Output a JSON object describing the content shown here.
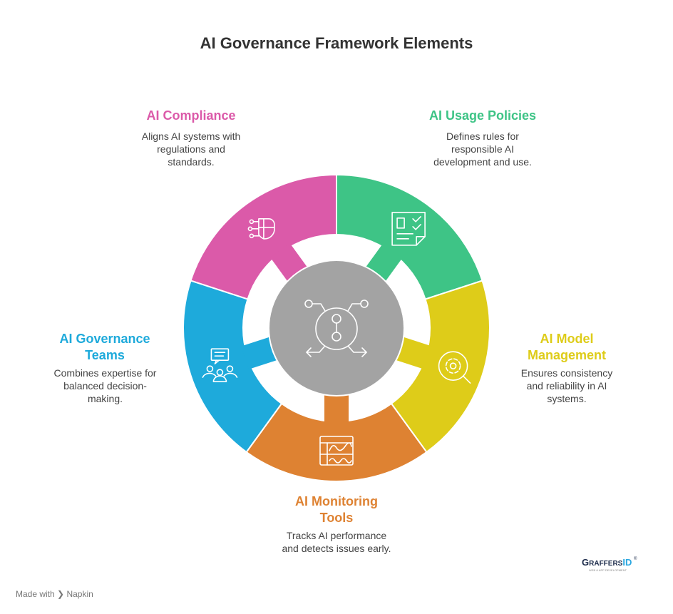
{
  "title": "AI Governance Framework Elements",
  "center_icon": "network-hub-icon",
  "center_color": "#A3A3A3",
  "segments": [
    {
      "title": "AI Compliance",
      "description": "Aligns AI systems with regulations and standards.",
      "color": "#DB5AA9",
      "icon": "ai-shield-icon"
    },
    {
      "title": "AI Usage Policies",
      "description": "Defines rules for responsible AI development and use.",
      "color": "#3EC486",
      "icon": "policy-document-icon"
    },
    {
      "title": "AI Model Management",
      "description": "Ensures consistency and reliability in AI systems.",
      "color": "#DECC19",
      "icon": "gear-magnifier-icon"
    },
    {
      "title": "AI Monitoring Tools",
      "description": "Tracks AI performance and detects issues early.",
      "color": "#DE8232",
      "icon": "monitoring-dashboard-icon"
    },
    {
      "title": "AI Governance Teams",
      "description": "Combines expertise for balanced decision-making.",
      "color": "#1EAADB",
      "icon": "team-discussion-icon"
    }
  ],
  "footer": {
    "made_with": "Made with",
    "brand": "Napkin"
  },
  "logo": {
    "text": "GRAFFERSID",
    "tagline": "WEB & APP DEVELOPMENT"
  }
}
